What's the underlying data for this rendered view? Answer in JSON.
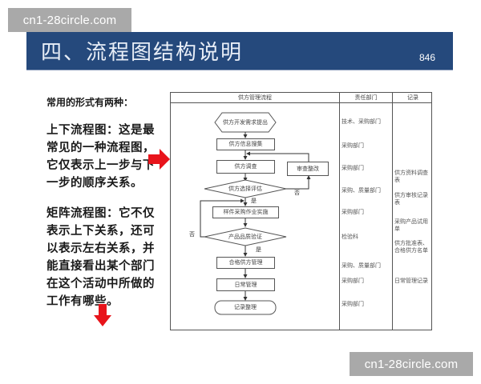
{
  "watermarks": {
    "top": "cn1-28circle.com",
    "bottom": "cn1-28circle.com"
  },
  "header": {
    "title": "四、流程图结构说明",
    "page_number": "846",
    "bg_color": "#25497c"
  },
  "left_text": {
    "intro": "常用的形式有两种：",
    "paragraphs": [
      "上下流程图：这是最常见的一种流程图，它仅表示上一步与下一步的顺序关系。",
      "矩阵流程图：它不仅表示上下关系，还可以表示左右关系，并能直接看出某个部门在这个活动中所做的工作有哪些。"
    ],
    "arrow_color": "#e8141b"
  },
  "flowchart": {
    "columns": [
      "供方管理流程",
      "责任部门",
      "记录"
    ],
    "nodes": {
      "start": "供方开发需求提出",
      "collect": "供方信息搜集",
      "survey": "供方调查",
      "rectify": "审查整改",
      "evaluate": "供方选择评估",
      "sample": "样件采购作业实施",
      "verify": "产品品质验证",
      "qualified": "合格供方管理",
      "daily": "日常管理",
      "end": "记录整理"
    },
    "labels": {
      "yes1": "是",
      "no1": "否",
      "yes2": "是",
      "no2": "否"
    },
    "departments": [
      "技术、采购部门",
      "采购部门",
      "采购部门",
      "采购、质量部门",
      "采购部门",
      "检验科",
      "采购、质量部门",
      "采购部门",
      "采购部门"
    ],
    "records": [
      "供方资料调查表",
      "供方审核记录表",
      "采购产品试用单",
      "供方批准表、合格供方名单",
      "日常管理记录"
    ]
  }
}
